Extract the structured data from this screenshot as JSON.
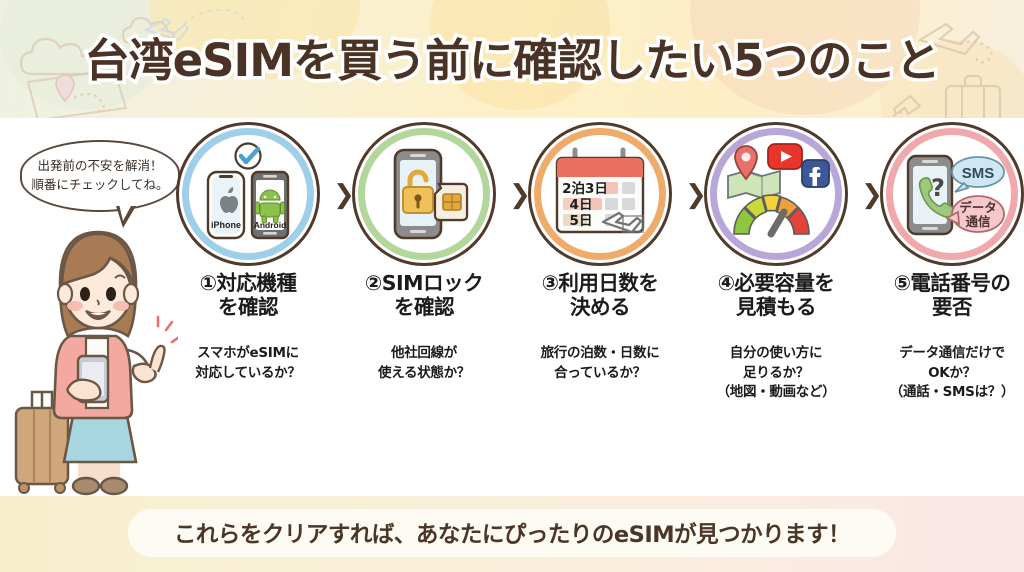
{
  "header": {
    "title": "台湾eSIMを買う前に確認したい5つのこと",
    "decorations": [
      "cloud-icon",
      "cloud-icon",
      "airplane-icon",
      "map-pin-icon",
      "airplane-icon",
      "suitcase-icon",
      "airplane-icon"
    ]
  },
  "speech_bubble": {
    "line1": "出発前の不安を解消！",
    "line2": "順番にチェックしてね。"
  },
  "character": {
    "name": "traveler-woman-illustration",
    "props": [
      "smartphone",
      "suitcase",
      "pointing-finger"
    ]
  },
  "steps": [
    {
      "number": "①",
      "title_line1": "対応機種",
      "title_line2": "を確認",
      "desc_line1": "スマホがeSIMに",
      "desc_line2": "対応しているか？",
      "desc_line3": "",
      "ring_color": "#9ecfe8",
      "icon_name": "two-phones-check-icon",
      "icon_labels": [
        "iPhone",
        "Android"
      ]
    },
    {
      "number": "②",
      "title_line1": "SIMロック",
      "title_line2": "を確認",
      "desc_line1": "他社回線が",
      "desc_line2": "使える状態か？",
      "desc_line3": "",
      "ring_color": "#b2d69b",
      "icon_name": "phone-unlock-sim-icon",
      "icon_labels": []
    },
    {
      "number": "③",
      "title_line1": "利用日数を",
      "title_line2": "決める",
      "desc_line1": "旅行の泊数・日数に",
      "desc_line2": "合っているか？",
      "desc_line3": "",
      "ring_color": "#eeab6a",
      "icon_name": "calendar-airplane-icon",
      "icon_labels": [
        "2泊3日",
        "4日",
        "5日"
      ]
    },
    {
      "number": "④",
      "title_line1": "必要容量を",
      "title_line2": "見積もる",
      "desc_line1": "自分の使い方に",
      "desc_line2": "足りるか？",
      "desc_line3": "（地図・動画など）",
      "ring_color": "#b9a6d8",
      "icon_name": "data-usage-gauge-icon",
      "icon_labels": []
    },
    {
      "number": "⑤",
      "title_line1": "電話番号の",
      "title_line2": "要否",
      "desc_line1": "データ通信だけで",
      "desc_line2": "OKか？",
      "desc_line3": "（通話・SMSは？）",
      "ring_color": "#f0a8ac",
      "icon_name": "phone-sms-data-icon",
      "icon_labels": [
        "SMS",
        "データ",
        "通信",
        "?"
      ]
    }
  ],
  "arrows": [
    "chevron-right-icon",
    "chevron-right-icon",
    "chevron-right-icon",
    "chevron-right-icon"
  ],
  "footer": {
    "text": "これらをクリアすれば、あなたにぴったりのeSIMが見つかります！"
  },
  "colors": {
    "title_text": "#4a3225",
    "outline": "#4f3a2c",
    "footer_pill": "#fdfbf4"
  }
}
